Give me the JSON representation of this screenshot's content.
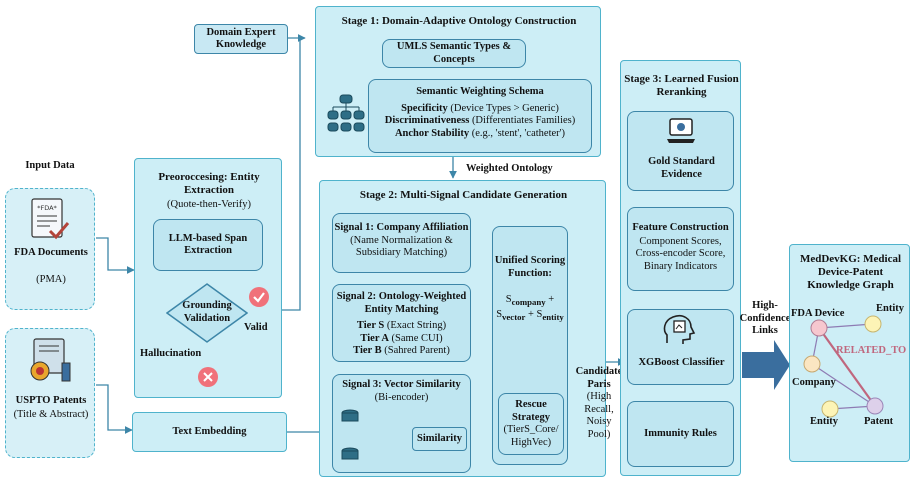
{
  "input": {
    "title": "Input Data",
    "fda_doc_icon_text": "*FDA*",
    "fda_label": "FDA Documents",
    "fda_sub": "(PMA)",
    "uspto_label": "USPTO Patents",
    "uspto_sub": "(Title & Abstract)"
  },
  "expert": {
    "label": "Domain Expert Knowledge"
  },
  "preproc": {
    "title": "Preoroccesing: Entity Extraction",
    "sub": "(Quote-then-Verify)",
    "llm": "LLM-based Span Extraction",
    "grounding": "Grounding Validation",
    "valid": "Valid",
    "hallucination": "Hallucination"
  },
  "text_embedding": "Text Embedding",
  "stage1": {
    "title": "Stage 1: Domain-Adaptive Ontology Construction",
    "umls": "UMLS Semantic Types & Concepts",
    "schema_title": "Semantic Weighting Schema",
    "l1b": "Specificity",
    "l1": " (Device Types > Generic)",
    "l2b": "Discriminativeness",
    "l2": " (Differentiates Families)",
    "l3b": "Anchor Stability",
    "l3": " (e.g., 'stent', 'catheter')"
  },
  "weighted_ontology": "Weighted Ontology",
  "stage2": {
    "title": "Stage 2: Multi-Signal Candidate Generation",
    "s1_title": "Signal 1: Company Affiliation",
    "s1_sub": "(Name Normalization & Subsidiary Matching)",
    "s2_title": "Signal 2: Ontology-Weighted Entity Matching",
    "s2_t1b": "Tier S",
    "s2_t1": " (Exact String)",
    "s2_t2b": "Tier A",
    "s2_t2": " (Same CUI)",
    "s2_t3b": "Tier B",
    "s2_t3": " (Sahred Parent)",
    "s3_title": "Signal 3: Vector Similarity",
    "s3_sub": "(Bi-encoder)",
    "similarity": "Similarity",
    "scoring_title": "Unified Scoring Function:",
    "sc1": "S",
    "sc1s": "company",
    "sc2": "S",
    "sc2s": "vector",
    "sc3": "S",
    "sc3s": "entity",
    "plus": "+",
    "rescue_title": "Rescue Strategy",
    "rescue_sub": "(TierS_Core/ HighVec)"
  },
  "candidate": {
    "l1": "Candidate",
    "l2": "Paris",
    "l3": "(High",
    "l4": "Recall,",
    "l5": "Noisy",
    "l6": "Pool)"
  },
  "stage3": {
    "title": "Stage 3: Learned Fusion Reranking",
    "gold": "Gold Standard Evidence",
    "feat_title": "Feature Construction",
    "feat_sub": "Component Scores, Cross-encoder Score, Binary Indicators",
    "xgb": "XGBoost Classifier",
    "immunity": "Immunity Rules"
  },
  "links": {
    "l1": "High-",
    "l2": "Confidence",
    "l3": "Links"
  },
  "kg": {
    "title": "MedDevKG: Medical Device-Patent Knowledge Graph",
    "fda_device": "FDA Device",
    "entity1": "Entity",
    "related": "RELATED_TO",
    "company": "Company",
    "entity2": "Entity",
    "patent": "Patent"
  },
  "colors": {
    "stage_bg": "#cdeef6",
    "stage_border": "#4fb3cc",
    "box_bg": "#bfe6f1",
    "accent_red": "#f0717a",
    "related": "#c0677e"
  }
}
